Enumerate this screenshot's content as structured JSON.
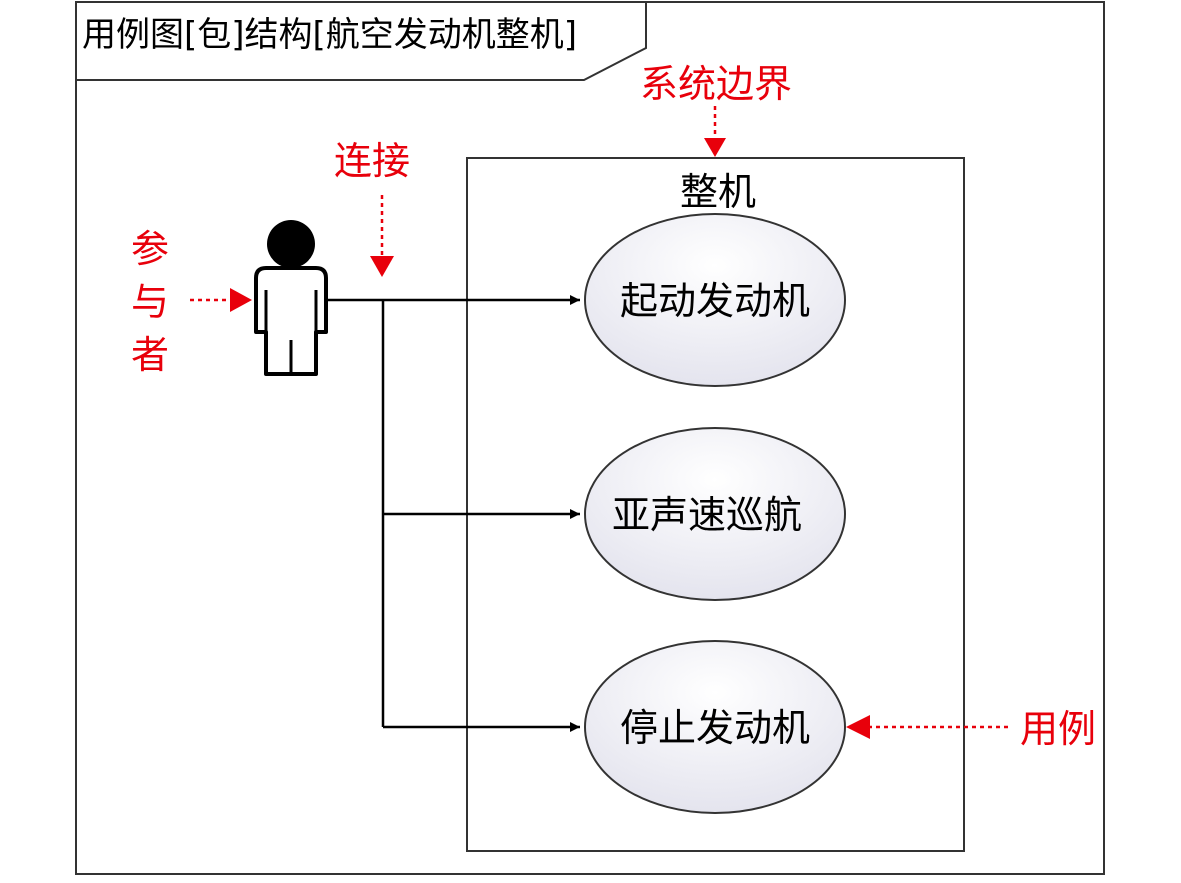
{
  "frame": {
    "title": "用例图[包]结构[航空发动机整机]"
  },
  "system_boundary": {
    "title": "整机"
  },
  "use_cases": [
    {
      "label": "起动发动机"
    },
    {
      "label": "亚声速巡航"
    },
    {
      "label": "停止发动机"
    }
  ],
  "annotations": {
    "system_boundary": "系统边界",
    "connection": "连接",
    "actor_chars": [
      "参",
      "与",
      "者"
    ],
    "use_case": "用例"
  },
  "colors": {
    "annotation": "#e8000b",
    "line": "#000000",
    "use_case_fill": "#f0f0f6"
  }
}
